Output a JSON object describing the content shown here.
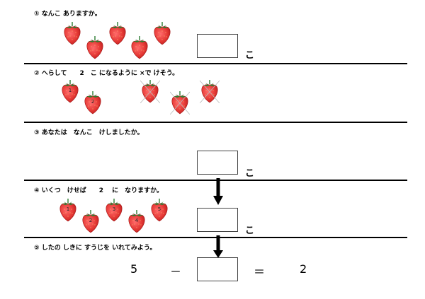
{
  "q1": {
    "text": "① なんこ ありますか。",
    "unit": "こ"
  },
  "q2": {
    "text": "② へらして　　2　こ になるように ×で けそう。",
    "numbers": [
      "1",
      "2"
    ]
  },
  "q3": {
    "text": "③ あなたは　なんこ　けしましたか。",
    "unit": "こ"
  },
  "q4": {
    "text": "④ いくつ　けせば　　2　 に　なりますか。",
    "unit": "こ",
    "numbers": [
      "1",
      "2",
      "3",
      "4",
      "5"
    ]
  },
  "q5": {
    "text": "⑤ したの しきに すうじを いれてみよう。",
    "equation": {
      "left": "5",
      "minus": "－",
      "equals": "＝",
      "right": "2"
    }
  },
  "colors": {
    "strawberry": "#e53935",
    "leaf": "#2e7d32",
    "line": "#000000",
    "box_border": "#444444"
  }
}
